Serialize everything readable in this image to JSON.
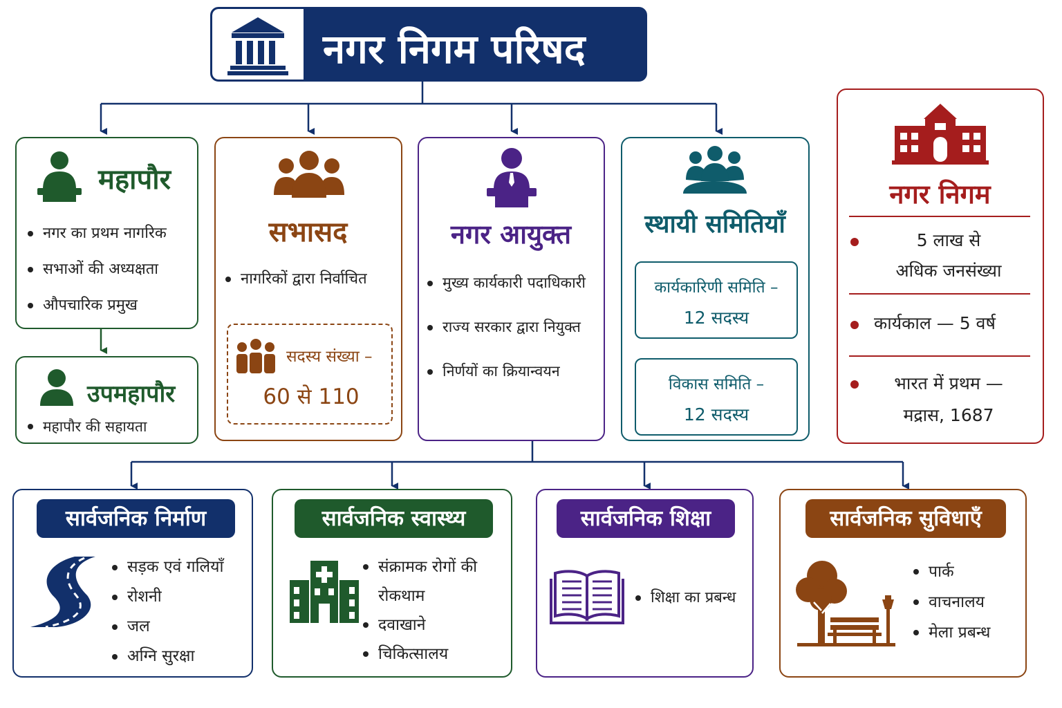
{
  "title": "नगर निगम परिषद",
  "icons": {
    "title": "government-building-icon",
    "mayor": "person-at-podium-icon",
    "deputy_mayor": "person-icon",
    "councillors": "group-icon",
    "commissioner": "person-at-lectern-icon",
    "committees": "committee-group-icon",
    "municipal_corporation": "municipal-building-icon",
    "members": "members-group-icon",
    "works": "road-icon",
    "health": "hospital-icon",
    "education": "open-book-icon",
    "amenities": "park-tree-bench-lamp-icon"
  },
  "colors": {
    "navy": "#12306b",
    "green": "#1f5a2c",
    "brown": "#8b4513",
    "purple": "#4b2386",
    "teal": "#0f5c6b",
    "red": "#a51d1d"
  },
  "mayor": {
    "heading": "महापौर",
    "points": [
      "नगर का प्रथम नागरिक",
      "सभाओं की अध्यक्षता",
      "औपचारिक प्रमुख"
    ]
  },
  "deputy_mayor": {
    "heading": "उपमहापौर",
    "points": [
      "महापौर की सहायता"
    ]
  },
  "councillors": {
    "heading": "सभासद",
    "points": [
      "नागरिकों द्वारा निर्वाचित"
    ],
    "members_label": "सदस्य संख्या –",
    "members_value": "60 से 110"
  },
  "commissioner": {
    "heading": "नगर आयुक्त",
    "points": [
      "मुख्य कार्यकारी पदाधिकारी",
      "राज्य सरकार द्वारा नियुक्त",
      "निर्णयों का क्रियान्वयन"
    ]
  },
  "committees": {
    "heading": "स्थायी समितियाँ",
    "executive": {
      "line1": "कार्यकारिणी समिति –",
      "line2": "12 सदस्य"
    },
    "development": {
      "line1": "विकास समिति –",
      "line2": "12 सदस्य"
    }
  },
  "corporation": {
    "heading": "नगर निगम",
    "population": {
      "line1": "5 लाख से",
      "line2": "अधिक जनसंख्या"
    },
    "term": "कार्यकाल — 5 वर्ष",
    "first": {
      "line1": "भारत में प्रथम —",
      "line2": "मद्रास, 1687"
    }
  },
  "works": {
    "heading": "सार्वजनिक निर्माण",
    "points": [
      "सड़क एवं गलियाँ",
      "रोशनी",
      "जल",
      "अग्नि सुरक्षा"
    ]
  },
  "health": {
    "heading": "सार्वजनिक स्वास्थ्य",
    "points": [
      "संक्रामक रोगों की",
      "रोकथाम",
      "दवाखाने",
      "चिकित्सालय"
    ]
  },
  "education": {
    "heading": "सार्वजनिक शिक्षा",
    "points": [
      "शिक्षा का प्रबन्ध"
    ]
  },
  "amenities": {
    "heading": "सार्वजनिक सुविधाएँ",
    "points": [
      "पार्क",
      "वाचनालय",
      "मेला प्रबन्ध"
    ]
  }
}
